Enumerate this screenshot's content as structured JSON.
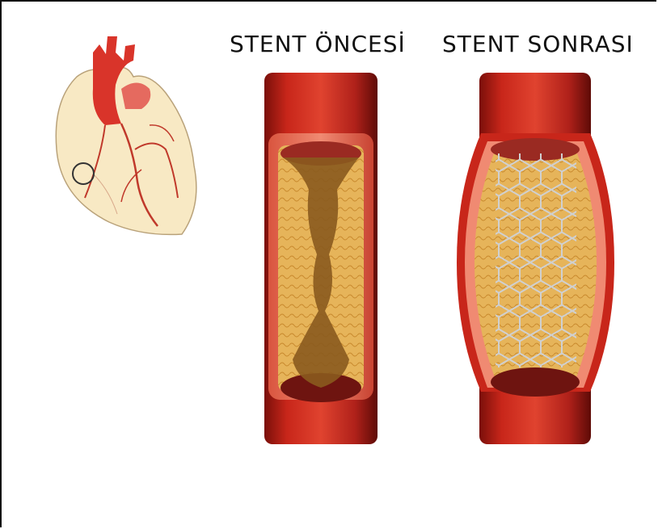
{
  "labels": {
    "before_stent": "STENT ÖNCESİ",
    "after_stent": "STENT SONRASI"
  },
  "colors": {
    "artery_red": "#c8261a",
    "artery_dark": "#7a0f0a",
    "plaque_yellow": "#e8b85a",
    "plaque_brown": "#8a5a1e",
    "heart_fill": "#f8e9c4",
    "stent_gray": "#c8c8c8"
  },
  "icons": {
    "heart": "heart-icon",
    "artery_before": "artery-before-illustration",
    "artery_after": "artery-after-illustration"
  }
}
